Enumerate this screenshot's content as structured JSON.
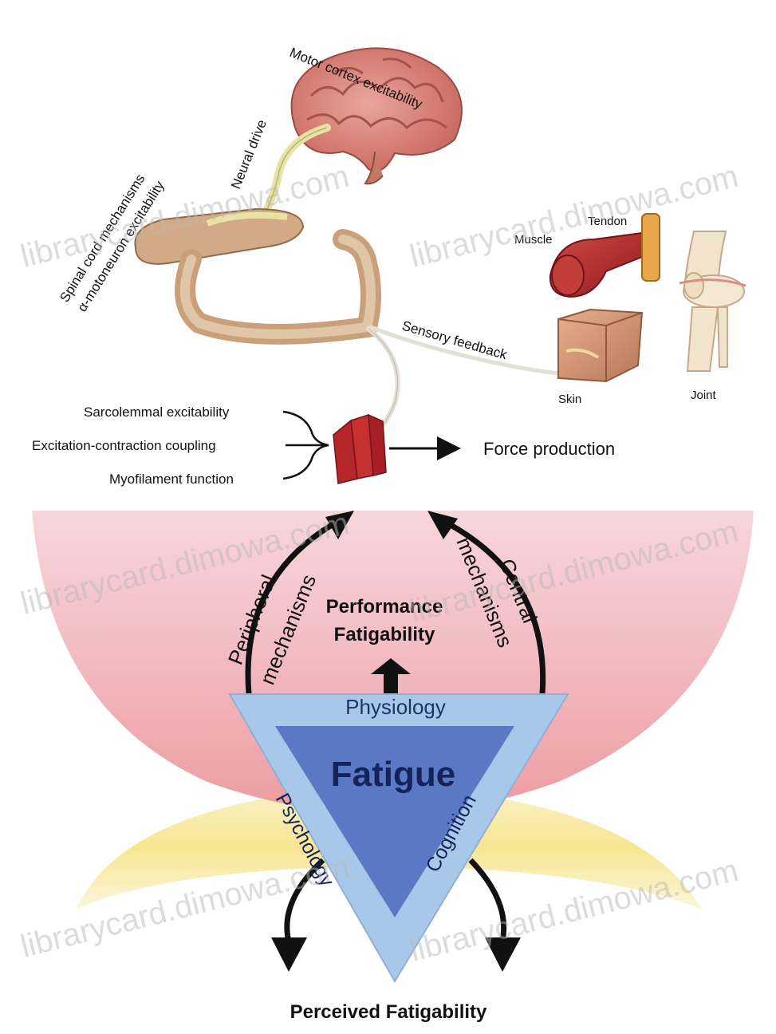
{
  "labels": {
    "motor_cortex": "Motor cortex excitability",
    "neural_drive": "Neural drive",
    "spinal_cord_line1": "Spinal cord mechanisms",
    "spinal_cord_line2": "α-motoneuron excitability",
    "tendon": "Tendon",
    "muscle": "Muscle",
    "sensory_feedback": "Sensory feedback",
    "skin": "Skin",
    "joint": "Joint",
    "sarcolemmal": "Sarcolemmal excitability",
    "ec_coupling": "Excitation-contraction coupling",
    "myofilament": "Myofilament function",
    "force_production": "Force production",
    "peripheral_line1": "Peripheral",
    "peripheral_line2": "mechanisms",
    "central_line1": "Central",
    "central_line2": "mechanisms",
    "performance_line1": "Performance",
    "performance_line2": "Fatigability",
    "physiology": "Physiology",
    "fatigue": "Fatigue",
    "psychology": "Psychology",
    "cognition": "Cognition",
    "perceived": "Perceived Fatigability"
  },
  "watermark": "librarycard.dimowa.com",
  "colors": {
    "bowl_top": "#f3c9d0",
    "bowl_bottom": "#eea2a6",
    "glow_yellow": "#f8eb9c",
    "triangle_outer": "#a8c8ea",
    "triangle_inner": "#5a78c4",
    "arrow": "#111111",
    "muscle_red": "#b5262a",
    "brain_pink": "#d9817c",
    "nerve_yellow": "#e7e3a5",
    "spinal_tan": "#c9a07a"
  }
}
